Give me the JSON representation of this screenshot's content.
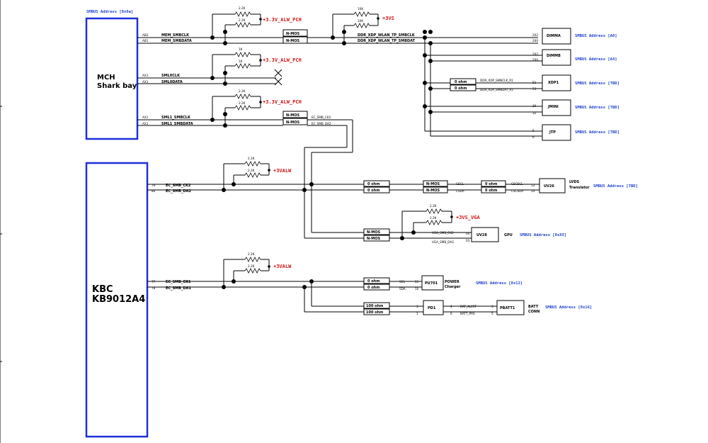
{
  "title": {
    "top_label": "SMBUS Address [0x9a]"
  },
  "mch": {
    "name": "MCH",
    "sub": "Shark bay"
  },
  "kbc": {
    "name": "KBC",
    "sub": "KB9012A4"
  },
  "pins": {
    "ab2": "AB2",
    "ab1": "AB1",
    "ax1": "AX1",
    "ax1b": "AX1",
    "ax1c": "AX1",
    "ax1d": "AX1",
    "k79": "79",
    "k80": "80",
    "k77": "77",
    "k78": "78"
  },
  "nets": {
    "mem_smbclk": "MEM_SMBCLK",
    "mem_smbdata": "MEM_SMBDATA",
    "sml0clk": "SML0CLK",
    "sml0data": "SML0DATA",
    "sml1_smbclk": "SML1_SMBCLK",
    "sml1_smbdata": "SML1_SMBDATA",
    "ddr_clk": "DDR_XDP_WLAN_TP_SMBCLK",
    "ddr_dat": "DDR_XDP_WLAN_TP_SMBDAT",
    "ec_smb_ck2": "EC_SMB_CK2",
    "ec_smb_da2": "EC_SMB_DA2",
    "ec_smb_ck2_k": "EC_SMB_CK2",
    "ec_smb_da2_k": "EC_SMB_DA2",
    "ec_smb_ck1": "EC_SMB_CK1",
    "ec_smb_da1": "EC_SMB_DA1",
    "xdp_r1_clk": "DDR_XDP_SMBCLK_R1",
    "xdp_r1_dat": "DDR_XDP_SMBDAT_R1",
    "cscl": "CSCL",
    "csda": "CSDA",
    "cscscl": "CSCSCL",
    "cscsda": "CSCSDA",
    "vga_ck2": "VGA_SMB_CK2",
    "vga_da2": "VGA_SMB_DA2",
    "scl": "SCL",
    "sda": "SDA",
    "bat_alert": "BAT_ALERT",
    "batt_prs": "BATT_PRS"
  },
  "rails": {
    "r1": "+3.3V_ALW_PCH",
    "r2": "+3VS",
    "r3": "+3.3V_ALW_PCH",
    "r4": "+3.3V_ALW_PCH",
    "r5": "+3VALW",
    "r6": "+3VS_VGA",
    "r7": "+3VALW"
  },
  "resistors": {
    "a1": "2.2K",
    "a2": "2.2K",
    "b1": "10K",
    "b2": "10K",
    "c1": "1K",
    "c2": "1K",
    "d1": "2.2K",
    "d2": "2.2K",
    "e1": "2.2K",
    "e2": "2.2K",
    "f1": "2.2K",
    "f2": "2.2K",
    "g1": "2.2K",
    "g2": "2.2K"
  },
  "parts": {
    "nmos1": "N-MOS",
    "nmos2": "N-MOS",
    "nmos3": "N-MOS",
    "nmos4": "N-MOS",
    "nmos5": "N-MOS",
    "nmos6": "N-MOS",
    "nmos7": "N-MOS",
    "nmos8": "N-MOS",
    "ohm_xdp1": "0 ohm",
    "ohm_xdp2": "0 ohm",
    "ohm_l1": "0 ohm",
    "ohm_l2": "0 ohm",
    "ohm_l3": "0 ohm",
    "ohm_l4": "0 ohm",
    "ohm_p1": "0 ohm",
    "ohm_p2": "0 ohm",
    "ohm100_1": "100 ohm",
    "ohm100_2": "100 ohm",
    "dimma": "DIMMA",
    "dimmb": "DIMMB",
    "xdp1": "XDP1",
    "jmini": "JMINI",
    "jtp": "JTP",
    "uv26": "UV26",
    "lvds": "LVDS",
    "lvds2": "Translator",
    "uv28": "UV28",
    "gpu": "GPU",
    "pu701": "PU701",
    "power": "POWER",
    "charger": "Charger",
    "pd1": "PD1",
    "pbatt1": "PBATT1",
    "batt": "BATT",
    "conn": "CONN"
  },
  "connector_pins": {
    "dimma_a": "202",
    "dimma_b": "200",
    "dimmb_a": "202",
    "dimmb_b": "200",
    "xdp_a": "51",
    "xdp_b": "53",
    "jmini_a": "30",
    "jmini_b": "32",
    "jtp_a": "5",
    "jtp_b": "6",
    "uv26_a": "13",
    "uv26_b": "14",
    "uv28_a": "04",
    "uv28_b": "03",
    "pu_a": "11",
    "pu_b": "10",
    "pd_a": "3",
    "pd_b": "1",
    "pd_c": "4",
    "pd_d": "6",
    "pb_a": "3",
    "pb_b": "5"
  },
  "addresses": {
    "dimma": "SMBUS Address [A0]",
    "dimmb": "SMBUS Address [A4]",
    "xdp1": "SMBUS Address [TBD]",
    "jmini": "SMBUS Address [TBD]",
    "jtp": "SMBUS Address [TBD]",
    "lvds": "SMBUS Address [TBD]",
    "gpu": "SMBUS Address [0xXX]",
    "charger": "SMBUS Address [0x12]",
    "batt": "SMBUS Address [0x16]"
  }
}
